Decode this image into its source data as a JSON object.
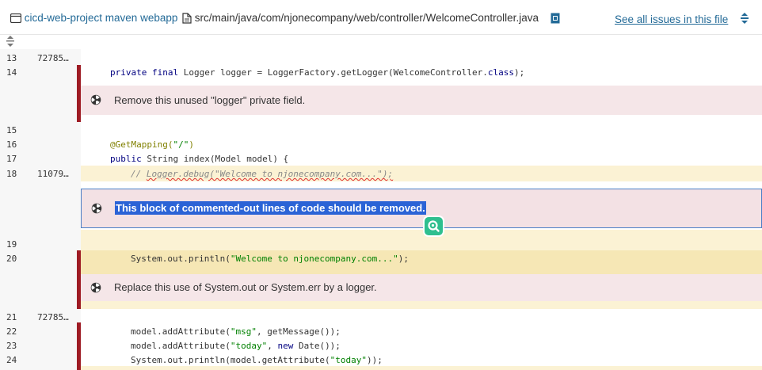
{
  "header": {
    "project": "cicd-web-project maven webapp",
    "file_path": "src/main/java/com/njonecompany/web/controller/WelcomeController.java",
    "see_all": "See all issues in this file"
  },
  "lines": [
    {
      "num": "13",
      "scm": "72785…"
    },
    {
      "num": "14",
      "scm": ""
    },
    {
      "num": "15",
      "scm": ""
    },
    {
      "num": "16",
      "scm": ""
    },
    {
      "num": "17",
      "scm": ""
    },
    {
      "num": "18",
      "scm": "11079…"
    },
    {
      "num": "19",
      "scm": ""
    },
    {
      "num": "20",
      "scm": ""
    },
    {
      "num": "21",
      "scm": "72785…"
    },
    {
      "num": "22",
      "scm": ""
    },
    {
      "num": "23",
      "scm": ""
    },
    {
      "num": "24",
      "scm": ""
    }
  ],
  "code": {
    "l14_kw1": "private",
    "l14_kw2": "final",
    "l14_rest": " Logger logger = LoggerFactory.getLogger(WelcomeController.",
    "l14_class": "class",
    "l14_end": ");",
    "l16_anno": "@GetMapping(",
    "l16_str": "\"/\"",
    "l16_end": ")",
    "l17_kw": "public",
    "l17_rest": " String index(Model model) {",
    "l18_comment_a": "// ",
    "l18_comment_b": "Logger.debug(\"Welcome to njonecompany.com...\");",
    "l20_a": "System.out.println(",
    "l20_str": "\"Welcome to njonecompany.com...\"",
    "l20_end": ");",
    "l22_a": "model.addAttribute(",
    "l22_str": "\"msg\"",
    "l22_end": ", getMessage());",
    "l23_a": "model.addAttribute(",
    "l23_str": "\"today\"",
    "l23_mid": ", ",
    "l23_kw": "new",
    "l23_end": " Date());",
    "l24_a": "System.out.println(model.getAttribute(",
    "l24_str": "\"today\"",
    "l24_end": "));"
  },
  "issues": [
    {
      "message": "Remove this unused \"logger\" private field."
    },
    {
      "message": "This block of commented-out lines of code should be removed."
    },
    {
      "message": "Replace this use of System.out or System.err by a logger."
    }
  ],
  "colors": {
    "issue_bg": "#f5e6e8",
    "highlight_bg": "#fbf2d4",
    "marker": "#9e1b24",
    "link": "#236a97",
    "selection": "#2b63d6"
  }
}
